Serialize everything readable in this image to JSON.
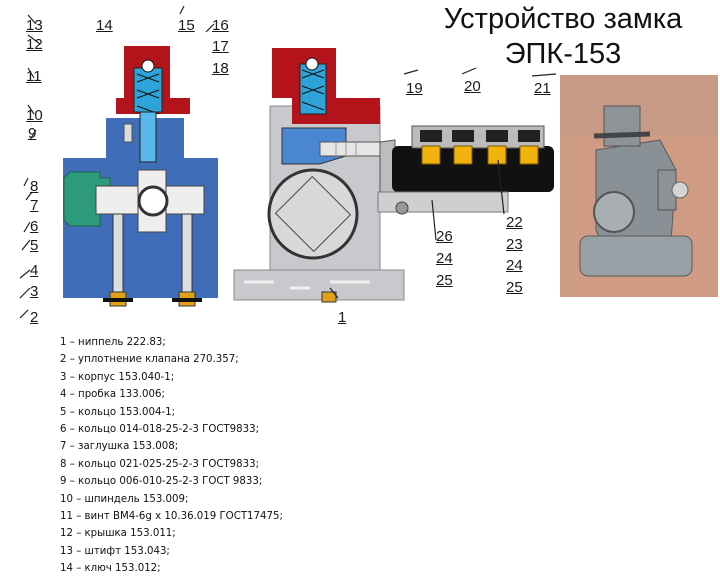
{
  "title_line1": "Устройство замка",
  "title_line2": "ЭПК-153",
  "callouts": {
    "n13": "13",
    "n12": "12",
    "n11": "11",
    "n10": "10",
    "n9": "9",
    "n14": "14",
    "n15": "15",
    "n16": "16",
    "n17": "17",
    "n18": "18",
    "n8": "8",
    "n7": "7",
    "n6": "6",
    "n5": "5",
    "n4": "4",
    "n3": "3",
    "n2": "2",
    "n1": "1",
    "n19": "19",
    "n20": "20",
    "n21": "21",
    "n26a": "26",
    "n24a": "24",
    "n25a": "25",
    "n22": "22",
    "n23": "23",
    "n24b": "24",
    "n25b": "25"
  },
  "legend": [
    "1 – ниппель 222.83;",
    "2 – уплотнение клапана 270.357;",
    "3 – корпус 153.040-1;",
    "4 – пробка 133.006;",
    "5 – кольцо 153.004-1;",
    "6 – кольцо 014-018-25-2-3 ГОСТ9833;",
    "7 – заглушка 153.008;",
    "8 – кольцо 021-025-25-2-3 ГОСТ9833;",
    "9 – кольцо 006-010-25-2-3 ГОСТ 9833;",
    "10 – шпиндель 153.009;",
    "11 – винт ВМ4-6g х 10.36.019 ГОСТ17475;",
    "12 – крышка 153.011;",
    "13 – штифт 153.043;",
    "14 – ключ 153.012;"
  ]
}
